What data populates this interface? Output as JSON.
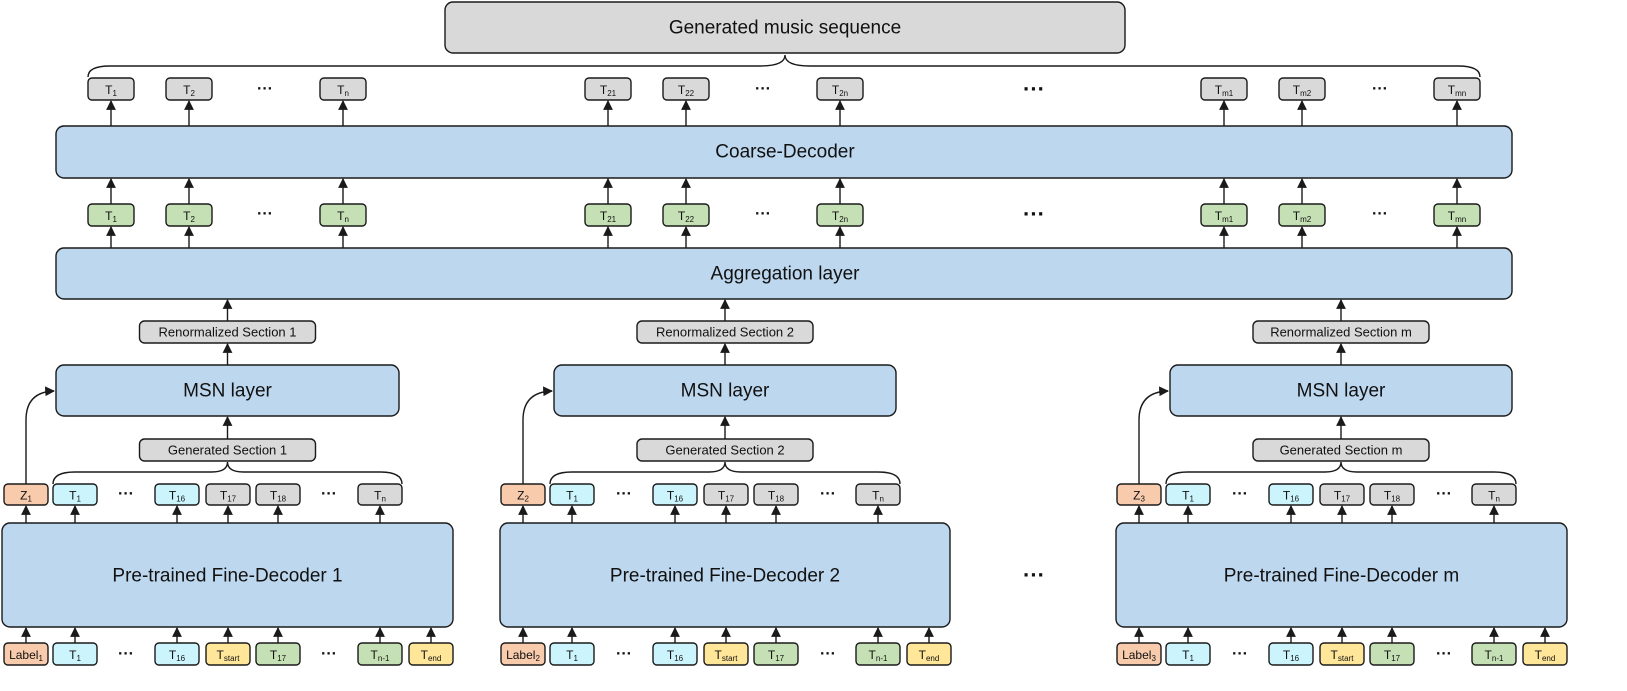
{
  "colors": {
    "big_box": "#bdd7ee",
    "gray": "#d9d9d9",
    "green": "#c5e0b4",
    "cyan": "#ccf4fc",
    "yellow": "#ffe699",
    "salmon": "#f8cbad",
    "stroke": "#1a1a1a"
  },
  "top": {
    "output_box": "Generated music sequence",
    "coarse_decoder": "Coarse-Decoder",
    "aggregation": "Aggregation layer",
    "ellipsis": "···",
    "output_tokens": [
      [
        {
          "b": "T",
          "s": "1"
        },
        {
          "b": "T",
          "s": "2"
        },
        {
          "b": "T",
          "s": "n"
        }
      ],
      [
        {
          "b": "T",
          "s": "21"
        },
        {
          "b": "T",
          "s": "22"
        },
        {
          "b": "T",
          "s": "2n"
        }
      ],
      [
        {
          "b": "T",
          "s": "m1"
        },
        {
          "b": "T",
          "s": "m2"
        },
        {
          "b": "T",
          "s": "mn"
        }
      ]
    ]
  },
  "sections": [
    {
      "renorm": "Renormalized Section 1",
      "msn": "MSN layer",
      "generated": "Generated Section 1",
      "decoder": "Pre-trained Fine-Decoder 1",
      "z": {
        "b": "Z",
        "s": "1"
      },
      "label": {
        "b": "Label",
        "s": "1"
      }
    },
    {
      "renorm": "Renormalized Section 2",
      "msn": "MSN layer",
      "generated": "Generated Section 2",
      "decoder": "Pre-trained Fine-Decoder 2",
      "z": {
        "b": "Z",
        "s": "2"
      },
      "label": {
        "b": "Label",
        "s": "2"
      }
    },
    {
      "renorm": "Renormalized Section m",
      "msn": "MSN layer",
      "generated": "Generated Section m",
      "decoder": "Pre-trained Fine-Decoder m",
      "z": {
        "b": "Z",
        "s": "3"
      },
      "label": {
        "b": "Label",
        "s": "3"
      }
    }
  ],
  "section_tokens_out": [
    {
      "b": "T",
      "s": "1",
      "c": "cyan"
    },
    {
      "b": "···",
      "s": "",
      "c": "none"
    },
    {
      "b": "T",
      "s": "16",
      "c": "cyan"
    },
    {
      "b": "T",
      "s": "17",
      "c": "gray"
    },
    {
      "b": "T",
      "s": "18",
      "c": "gray"
    },
    {
      "b": "···",
      "s": "",
      "c": "none"
    },
    {
      "b": "T",
      "s": "n",
      "c": "gray"
    }
  ],
  "section_tokens_in": [
    {
      "b": "T",
      "s": "1",
      "c": "cyan"
    },
    {
      "b": "···",
      "s": "",
      "c": "none"
    },
    {
      "b": "T",
      "s": "16",
      "c": "cyan"
    },
    {
      "b": "T",
      "s": "start",
      "c": "yellow"
    },
    {
      "b": "T",
      "s": "17",
      "c": "green"
    },
    {
      "b": "···",
      "s": "",
      "c": "none"
    },
    {
      "b": "T",
      "s": "n-1",
      "c": "green"
    },
    {
      "b": "T",
      "s": "end",
      "c": "yellow"
    }
  ]
}
